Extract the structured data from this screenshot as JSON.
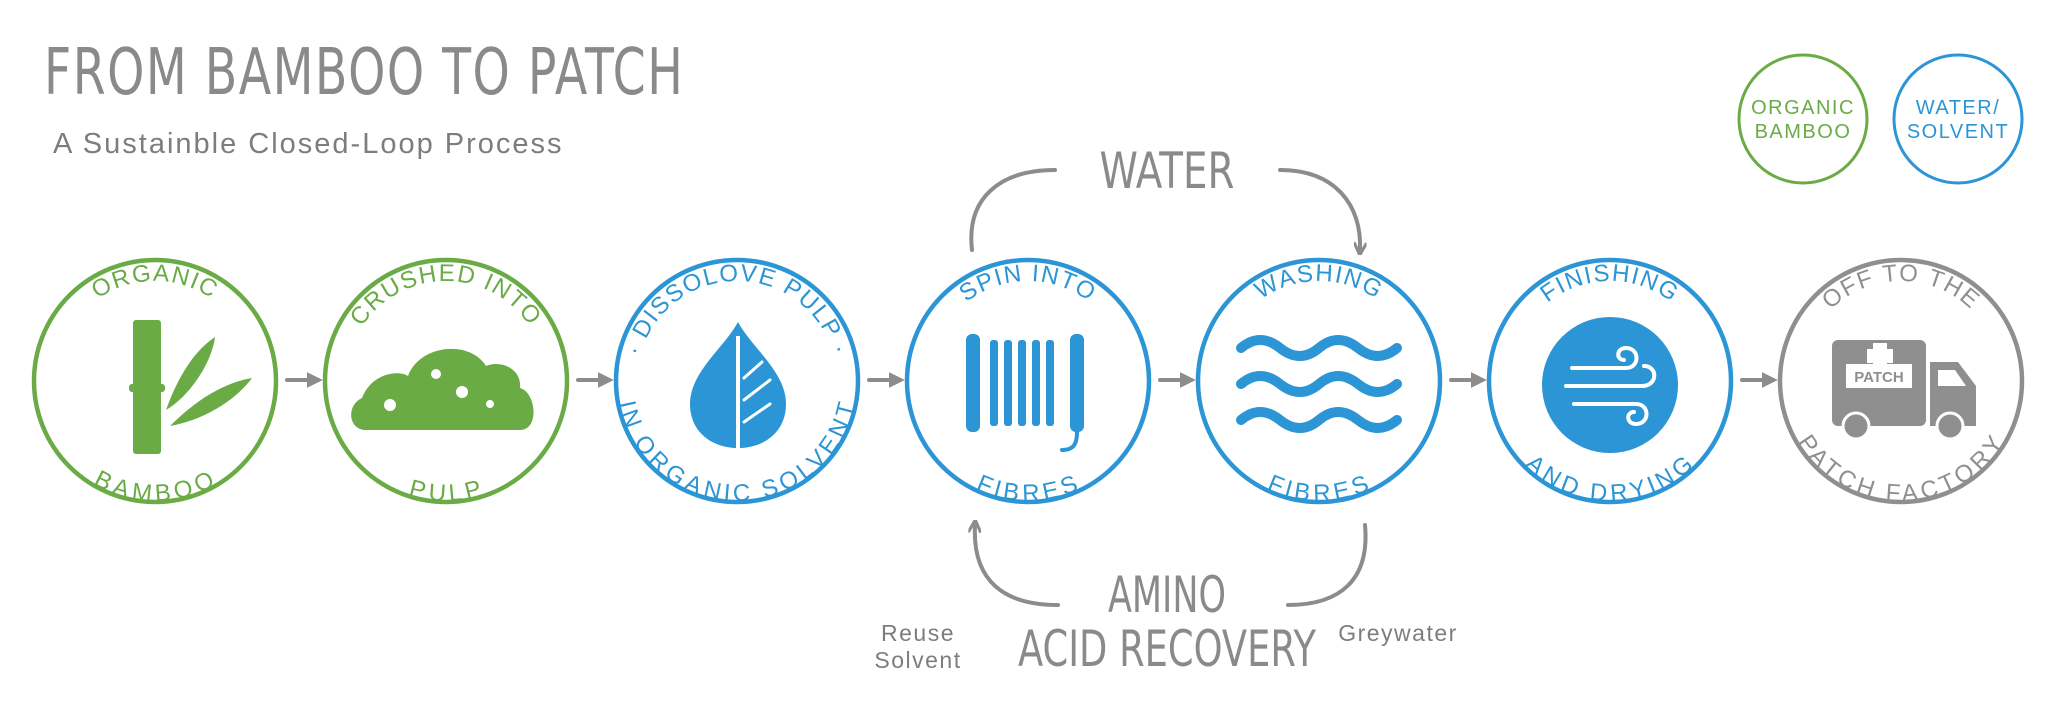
{
  "title": "FROM BAMBOO TO PATCH",
  "subtitle": "A Sustainble Closed-Loop Process",
  "legend": [
    {
      "line1": "ORGANIC",
      "line2": "BAMBOO",
      "color": "#6aab46"
    },
    {
      "line1": "WATER/",
      "line2": "SOLVENT",
      "color": "#2b95d5"
    }
  ],
  "steps": [
    {
      "top": "ORGANIC",
      "bottom": "BAMBOO",
      "icon": "bamboo-icon",
      "color": "#6aab46"
    },
    {
      "top": "CRUSHED INTO",
      "bottom": "PULP",
      "icon": "pulp-mound-icon",
      "color": "#6aab46"
    },
    {
      "top": "· DISSOLOVE PULP ·",
      "bottom": "IN ORGANIC SOLVENT",
      "icon": "leaf-drop-icon",
      "color": "#2b95d5"
    },
    {
      "top": "SPIN INTO",
      "bottom": "FIBRES",
      "icon": "spool-icon",
      "color": "#2b95d5"
    },
    {
      "top": "WASHING",
      "bottom": "FIBRES",
      "icon": "waves-icon",
      "color": "#2b95d5"
    },
    {
      "top": "FINISHING",
      "bottom": "AND DRYING",
      "icon": "wind-icon",
      "color": "#2b95d5"
    },
    {
      "top": "OFF TO THE",
      "bottom": "PATCH FACTORY",
      "icon": "truck-icon",
      "color": "#8f8f8f",
      "truck_label": "PATCH"
    }
  ],
  "loops": {
    "water": "WATER",
    "recovery_line1": "AMINO",
    "recovery_line2": "ACID RECOVERY",
    "reuse_line1": "Reuse",
    "reuse_line2": "Solvent",
    "greywater": "Greywater"
  },
  "colors": {
    "green": "#6aab46",
    "blue": "#2b95d5",
    "grey": "#8f8f8f",
    "arrow": "#8c8c8c",
    "text_grey": "#7d7d7d"
  }
}
